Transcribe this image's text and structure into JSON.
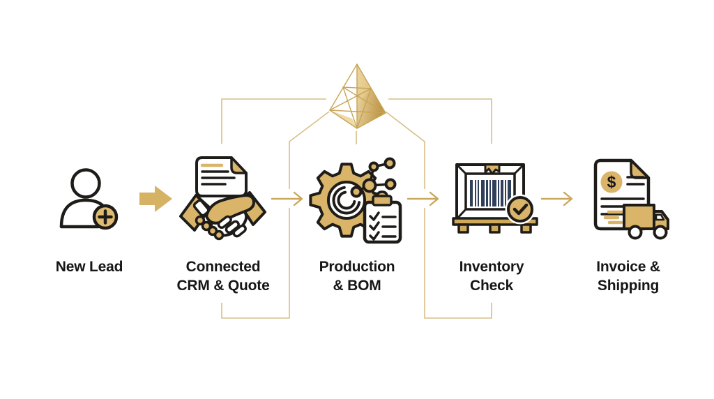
{
  "diagram": {
    "title": "",
    "hub": {
      "icon": "crystal-gem-logo"
    },
    "steps": [
      {
        "id": "new-lead",
        "label_line1": "New Lead",
        "label_line2": "",
        "icon": "person-plus-icon"
      },
      {
        "id": "connected-crm-quote",
        "label_line1": "Connected",
        "label_line2": "CRM & Quote",
        "icon": "handshake-contract-icon"
      },
      {
        "id": "production-bom",
        "label_line1": "Production",
        "label_line2": "& BOM",
        "icon": "gear-bom-checklist-icon"
      },
      {
        "id": "inventory-check",
        "label_line1": "Inventory",
        "label_line2": "Check",
        "icon": "pallet-barcode-check-icon"
      },
      {
        "id": "invoice-shipping",
        "label_line1": "Invoice &",
        "label_line2": "Shipping",
        "icon": "invoice-truck-icon"
      }
    ],
    "icon_text": {
      "dollar": "$"
    },
    "colors": {
      "gold_fill": "#D9B469",
      "gold_dark": "#C9A551",
      "connector_line": "#D9BE85",
      "arrow_gold": "#C9A75D",
      "outline": "#1E1C19",
      "barcode_navy": "#30405A",
      "text": "#161616",
      "background": "#FFFFFF"
    }
  }
}
